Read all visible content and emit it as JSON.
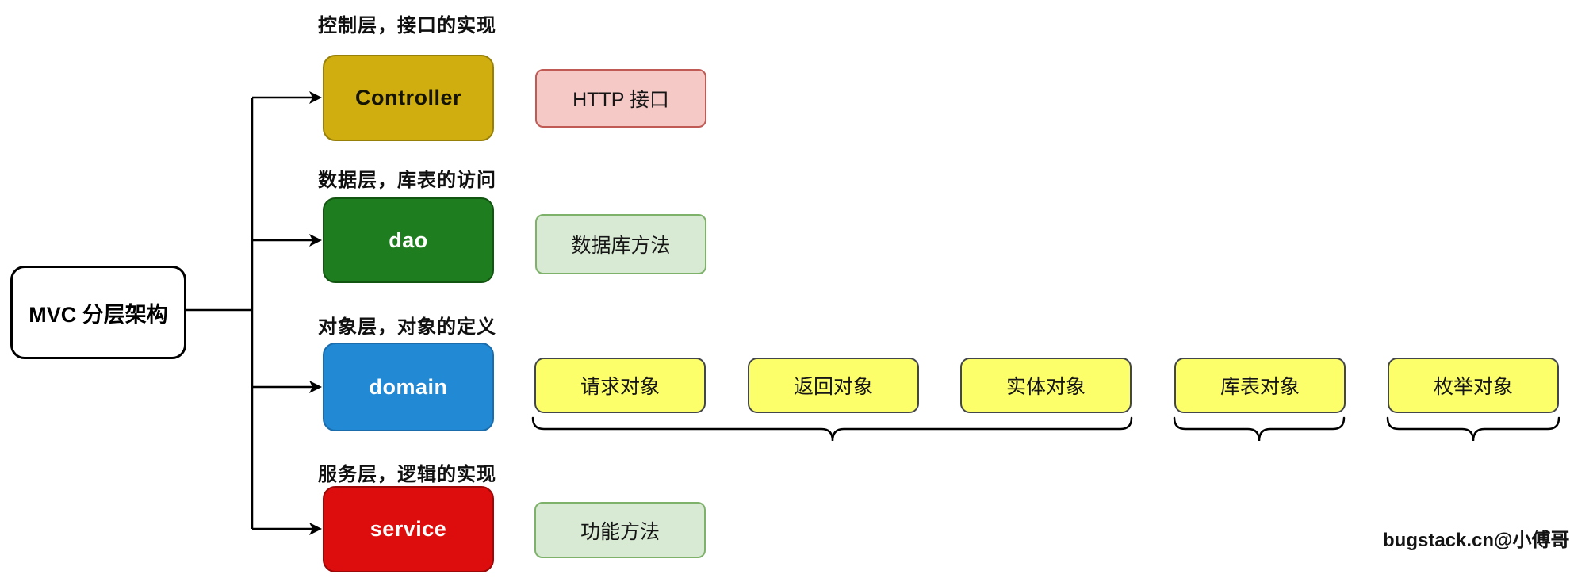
{
  "root_node": {
    "label": "MVC 分层架构"
  },
  "layers": {
    "controller": {
      "caption": "控制层，接口的实现",
      "node_label": "Controller",
      "annotation": "HTTP 接口"
    },
    "dao": {
      "caption": "数据层，库表的访问",
      "node_label": "dao",
      "annotation": "数据库方法"
    },
    "domain": {
      "caption": "对象层，对象的定义",
      "node_label": "domain",
      "objects": [
        "请求对象",
        "返回对象",
        "实体对象",
        "库表对象",
        "枚举对象"
      ]
    },
    "service": {
      "caption": "服务层，逻辑的实现",
      "node_label": "service",
      "annotation": "功能方法"
    }
  },
  "watermark": "bugstack.cn@小傅哥",
  "palette": {
    "controller_fill": "#d1ae10",
    "controller_stroke": "#97800a",
    "dao_fill": "#1e7d1e",
    "dao_stroke": "#115511",
    "domain_fill": "#2289d5",
    "domain_stroke": "#1a6cab",
    "service_fill": "#dd0d0d",
    "service_stroke": "#9c0707",
    "http_fill": "#f4c9c6",
    "http_stroke": "#c05a55",
    "method_fill": "#d8ead3",
    "method_stroke": "#7eb26b",
    "object_fill": "#fdff6a",
    "object_stroke": "#43464b",
    "connector": "#000000"
  }
}
